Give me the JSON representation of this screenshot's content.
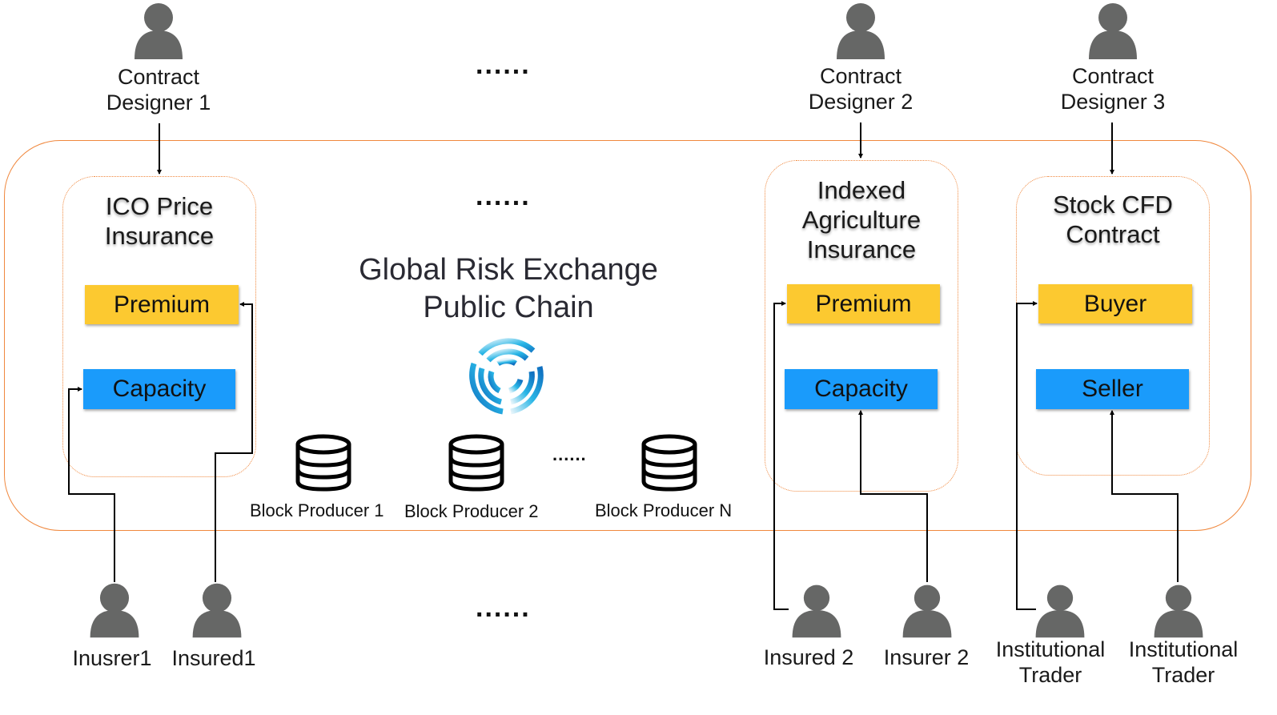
{
  "title": {
    "main": "Global Risk Exchange\nPublic Chain"
  },
  "ellipsis": "......",
  "colors": {
    "outer_border": "#f0883e",
    "premium_fill": "#fcc930",
    "capacity_fill": "#1a9bfb",
    "person_fill": "#666766",
    "logo_blue": "#1a8fd6"
  },
  "designers": [
    {
      "label": "Contract\nDesigner 1"
    },
    {
      "label": "Contract\nDesigner 2"
    },
    {
      "label": "Contract\nDesigner 3"
    }
  ],
  "contracts": [
    {
      "title": "ICO Price\nInsurance",
      "top_role": "Premium",
      "bottom_role": "Capacity"
    },
    {
      "title": "Indexed\nAgriculture\nInsurance",
      "top_role": "Premium",
      "bottom_role": "Capacity"
    },
    {
      "title": "Stock CFD\nContract",
      "top_role": "Buyer",
      "bottom_role": "Seller"
    }
  ],
  "block_producers": [
    {
      "label": "Block Producer 1"
    },
    {
      "label": "Block Producer 2"
    },
    {
      "label": "Block Producer N"
    }
  ],
  "participants": [
    {
      "label": "Inusrer1"
    },
    {
      "label": "Insured1"
    },
    {
      "label": "Insured 2"
    },
    {
      "label": "Insurer 2"
    },
    {
      "label": "Institutional\nTrader"
    },
    {
      "label": "Institutional\nTrader"
    }
  ]
}
